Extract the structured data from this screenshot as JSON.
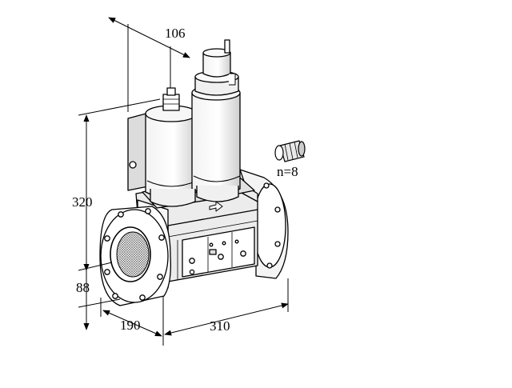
{
  "dimensions": {
    "top_depth": "106",
    "height_total": "320",
    "height_lower": "88",
    "base_depth": "190",
    "length": "310"
  },
  "callout": {
    "fitting_count": "n=8"
  },
  "colors": {
    "line": "#000000",
    "background": "#ffffff",
    "shade": "#e6e6e6",
    "shade_dark": "#bdbdbd"
  }
}
